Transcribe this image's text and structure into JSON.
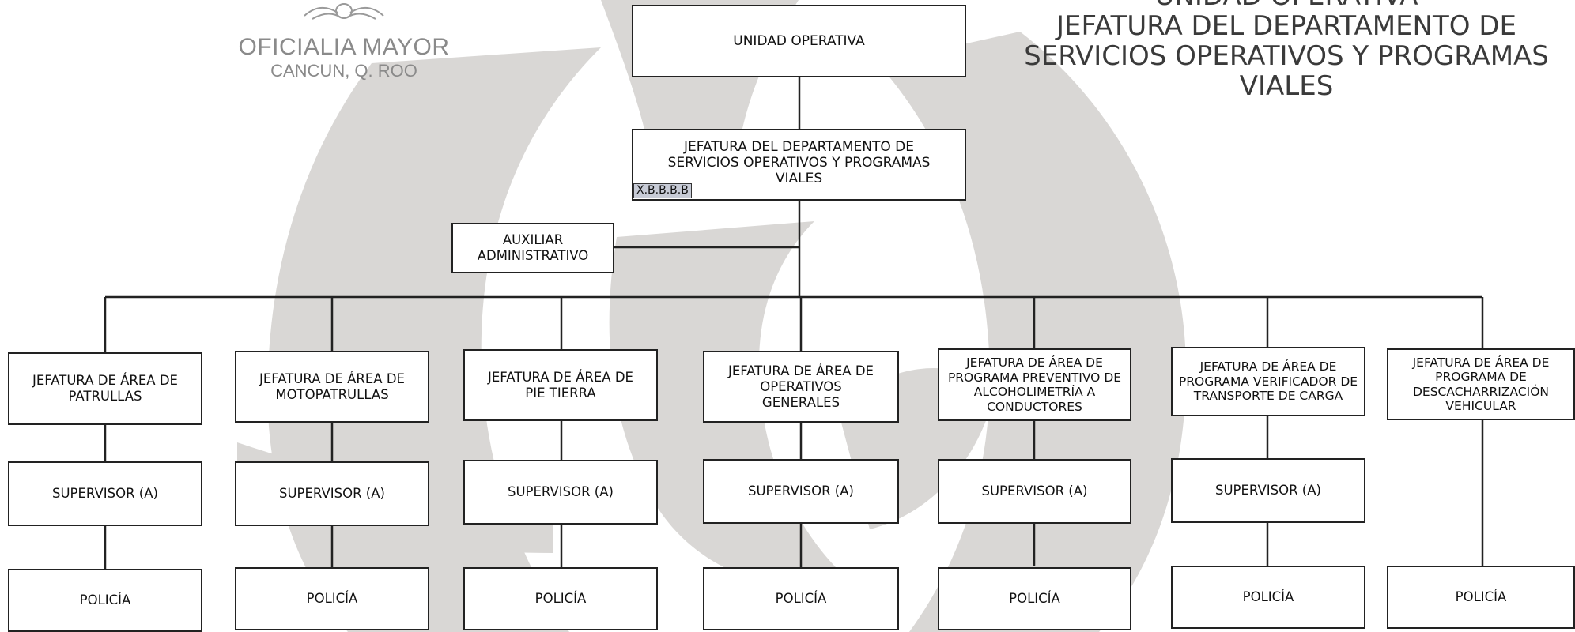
{
  "stamp": {
    "line1": "OFICIALIA MAYOR",
    "line2": "CANCUN, Q. ROO"
  },
  "page_title": {
    "line0": "UNIDAD OPERATIVA",
    "line1": "JEFATURA DEL DEPARTAMENTO DE SERVICIOS OPERATIVOS Y PROGRAMAS VIALES"
  },
  "org": {
    "root": "UNIDAD OPERATIVA",
    "department": "JEFATURA DEL DEPARTAMENTO DE SERVICIOS OPERATIVOS Y PROGRAMAS VIALES",
    "department_code": "X.B.B.B.B",
    "assistant": "AUXILIAR ADMINISTRATIVO",
    "areas": [
      {
        "name": "JEFATURA DE ÁREA DE PATRULLAS",
        "supervisor": "SUPERVISOR (A)",
        "police": "POLICÍA"
      },
      {
        "name": "JEFATURA DE ÁREA DE MOTOPATRULLAS",
        "supervisor": "SUPERVISOR (A)",
        "police": "POLICÍA"
      },
      {
        "name": "JEFATURA DE ÁREA DE PIE TIERRA",
        "supervisor": "SUPERVISOR (A)",
        "police": "POLICÍA"
      },
      {
        "name": "JEFATURA DE ÁREA DE OPERATIVOS GENERALES",
        "supervisor": "SUPERVISOR (A)",
        "police": "POLICÍA"
      },
      {
        "name": "JEFATURA DE ÁREA DE PROGRAMA PREVENTIVO DE ALCOHOLIMETRÍA A CONDUCTORES",
        "supervisor": "SUPERVISOR (A)",
        "police": "POLICÍA"
      },
      {
        "name": "JEFATURA DE ÁREA DE PROGRAMA VERIFICADOR DE TRANSPORTE DE CARGA",
        "supervisor": "SUPERVISOR (A)",
        "police": "POLICÍA"
      },
      {
        "name": "JEFATURA DE ÁREA DE PROGRAMA DE DESCACHARRIZACIÓN VEHICULAR",
        "police": "POLICÍA"
      }
    ]
  },
  "colors": {
    "line": "#222222",
    "watermark": "#d6d4d2",
    "code_tag_bg": "#c7cbd6"
  }
}
